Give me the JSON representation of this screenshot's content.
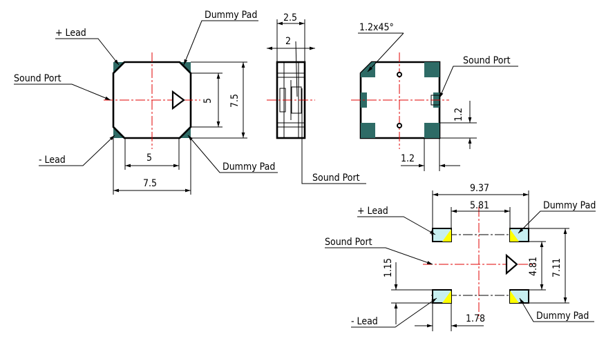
{
  "labels": {
    "lead_plus": "+ Lead",
    "lead_minus": "- Lead",
    "dummy_pad": "Dummy Pad",
    "sound_port": "Sound Port",
    "chamfer": "1.2x45°"
  },
  "dims": {
    "top_width": "7.5",
    "top_inner_width": "5",
    "top_height": "7.5",
    "top_inner_height": "5",
    "side_total": "2.5",
    "side_body": "2",
    "bottom_pad_h": "1.2",
    "bottom_pad_w": "1.2",
    "land_total_w": "9.37",
    "land_inner_w": "5.81",
    "land_total_h": "7.11",
    "land_inner_h": "4.81",
    "land_pad_h": "1.15",
    "land_pad_w": "1.78"
  },
  "colors": {
    "pad": "#2e6b66",
    "land_pad": "#c7eff0",
    "land_marker": "#ffff00",
    "centerline": "#e00000"
  }
}
